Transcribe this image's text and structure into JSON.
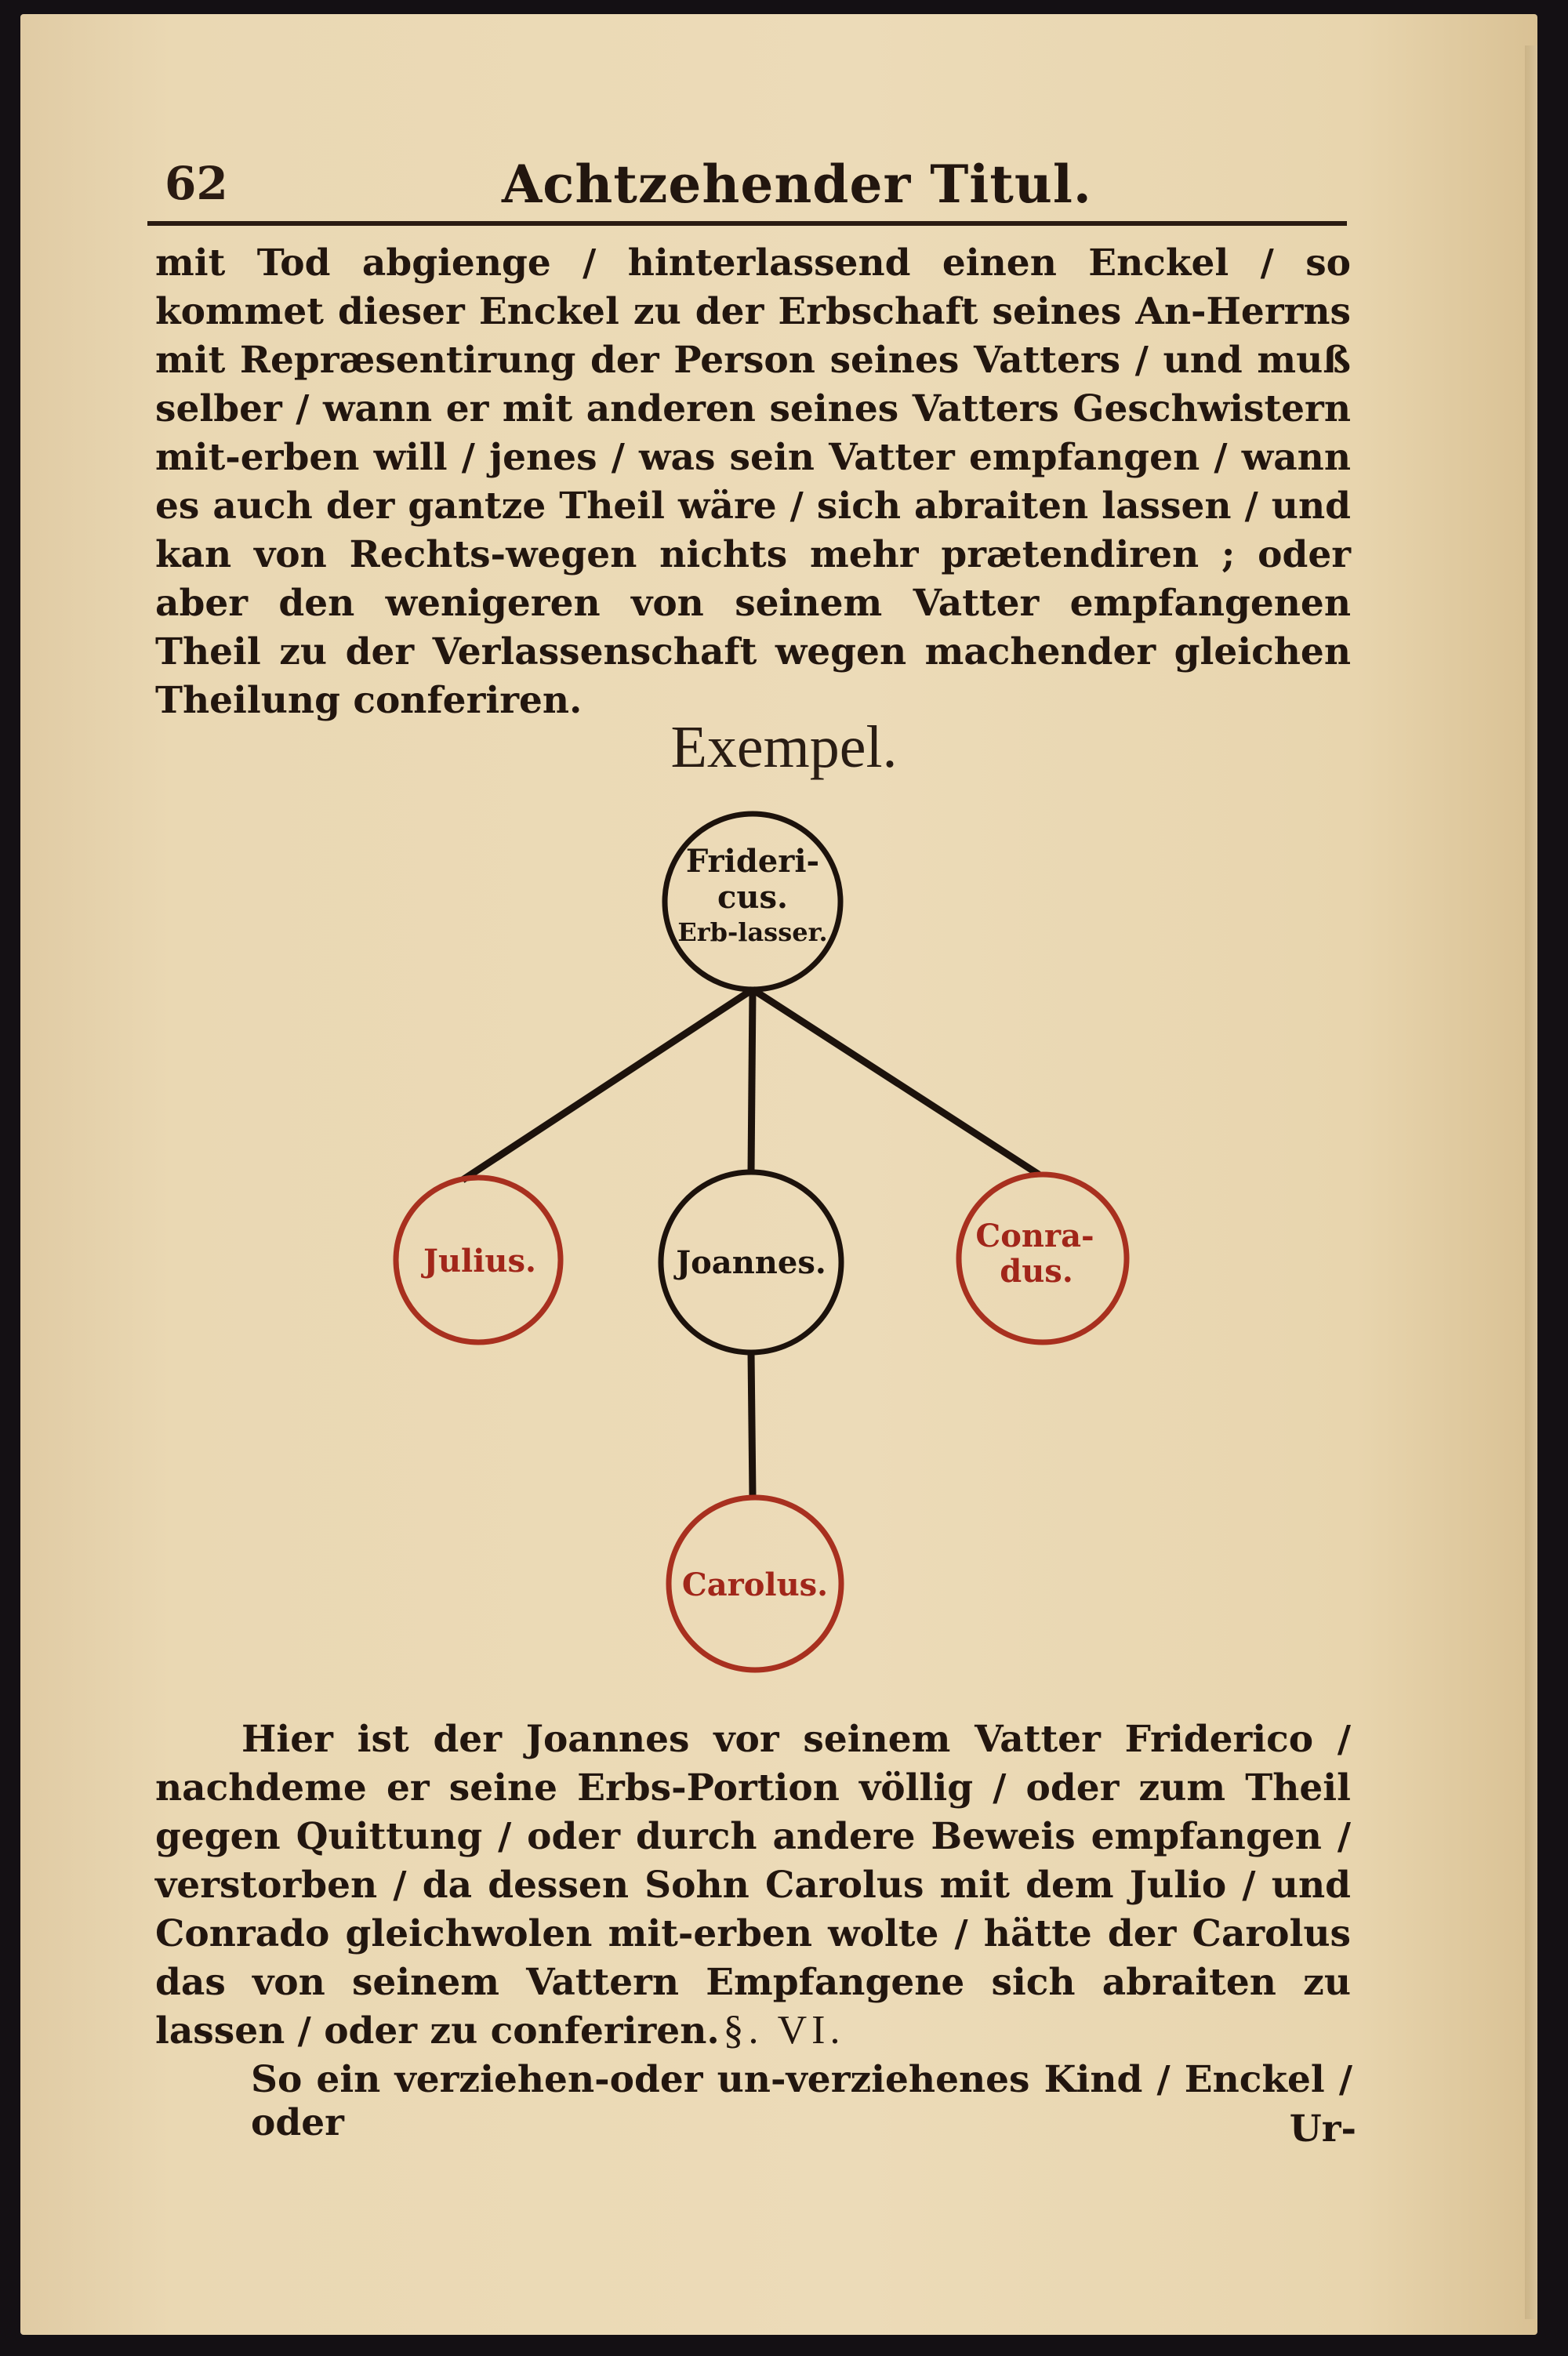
{
  "page": {
    "page_number": "62",
    "running_title": "Achtzehender Titul."
  },
  "top_paragraph": {
    "text": "mit Tod abgienge / hinterlassend einen Enckel / so kommet die­ser Enckel zu der Erbschaft seines An-Herrns mit Repræsenti­rung der Person seines Vatters / und muß selber / wann er mit anderen seines Vatters Geschwistern mit-erben will / jenes / was sein Vatter empfangen / wann es auch der gantze Theil wäre / sich abraiten lassen / und kan von Rechts-wegen nichts mehr prætendiren ; oder aber den wenigeren von seinem Vat­ter empfangenen Theil zu der Verlassenschaft wegen machender gleichen Theilung conferiren."
  },
  "example": {
    "heading": "Exempel.",
    "nodes": {
      "fridericus": {
        "line1": "Frideri-",
        "line2": "cus.",
        "line3": "Erb-lasser.",
        "color": "#1e140e"
      },
      "julius": {
        "label": "Julius.",
        "color": "#a1261a"
      },
      "joannes": {
        "label": "Joannes.",
        "color": "#1e140e"
      },
      "conradus": {
        "line1": "Conra-",
        "line2": "dus.",
        "color": "#a1261a"
      },
      "carolus": {
        "label": "Carolus.",
        "color": "#a1261a"
      }
    }
  },
  "bottom_paragraph": {
    "text": "Hier ist der Joannes vor seinem Vatter Friderico / nach­deme er seine Erbs-Portion völlig / oder zum Theil gegen Quit­tung / oder durch andere Beweis empfangen / verstorben / da dessen Sohn Carolus mit dem Julio / und Conrado gleichwo­len mit-erben wolte / hätte der Carolus das von seinem Vat­tern Empfangene sich abraiten zu lassen / oder zu conferiren."
  },
  "section": {
    "mark": "§. VI."
  },
  "closing": {
    "line": "So ein verziehen-oder un-verziehenes Kind / Enckel / oder",
    "catchword": "Ur-"
  }
}
